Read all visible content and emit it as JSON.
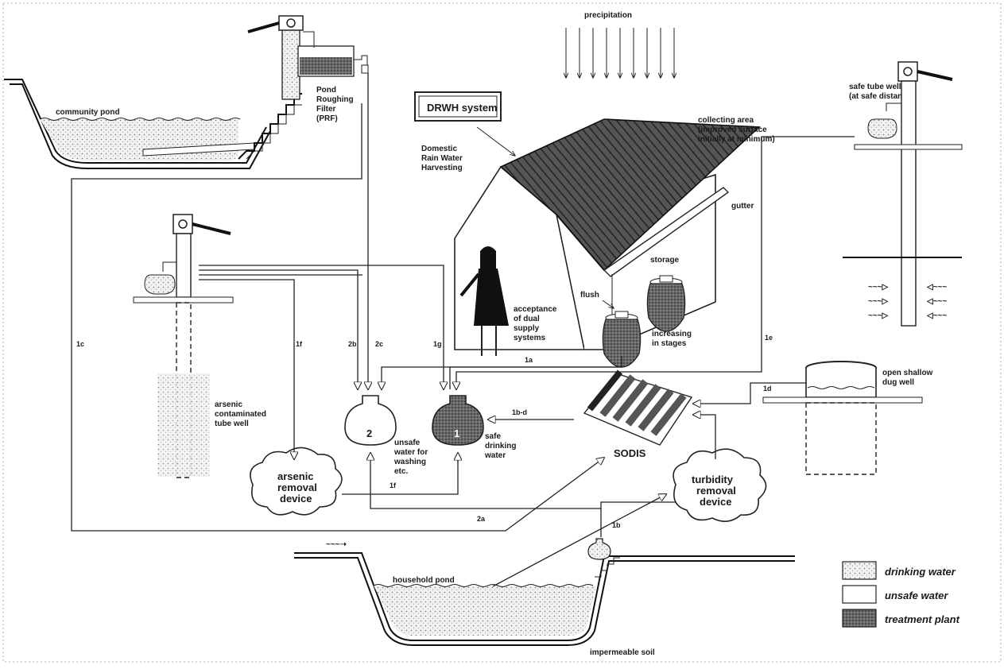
{
  "labels": {
    "precipitation": "precipitation",
    "drwh_system": "DRWH system",
    "drwh_desc_1": "Domestic",
    "drwh_desc_2": "Rain Water",
    "drwh_desc_3": "Harvesting",
    "collecting_1": "collecting area",
    "collecting_2": "(improved surface",
    "collecting_3": "initially at minimum)",
    "gutter": "gutter",
    "storage": "storage",
    "flush": "flush",
    "acceptance_1": "acceptance",
    "acceptance_2": "of dual",
    "acceptance_3": "supply",
    "acceptance_4": "systems",
    "increasing_1": "increasing",
    "increasing_2": "in stages",
    "community_pond": "community pond",
    "prf_1": "Pond",
    "prf_2": "Roughing",
    "prf_3": "Filter",
    "prf_4": "(PRF)",
    "safe_tube_well_1": "safe tube well",
    "safe_tube_well_2": "(at safe distance)",
    "arsenic_well_1": "arsenic",
    "arsenic_well_2": "contaminated",
    "arsenic_well_3": "tube well",
    "arsenic_device_1": "arsenic",
    "arsenic_device_2": "removal",
    "arsenic_device_3": "device",
    "unsafe_1": "unsafe",
    "unsafe_2": "water for",
    "unsafe_3": "washing",
    "unsafe_4": "etc.",
    "safe_1": "safe",
    "safe_2": "drinking",
    "safe_3": "water",
    "jar2": "2",
    "jar1": "1",
    "sodis": "SODIS",
    "turbidity_1": "turbidity",
    "turbidity_2": "removal",
    "turbidity_3": "device",
    "dug_well_1": "open shallow",
    "dug_well_2": "dug well",
    "household_pond": "household pond",
    "impermeable_soil": "impermeable soil"
  },
  "codes": {
    "c1c": "1c",
    "c1f_top": "1f",
    "c2b": "2b",
    "c2c": "2c",
    "c1g": "1g",
    "c1a": "1a",
    "c1e": "1e",
    "c1d": "1d",
    "c1bd": "1b-d",
    "c1f_bottom": "1f",
    "c2a": "2a",
    "c1b": "1b"
  },
  "legend": {
    "drinking": "drinking water",
    "unsafe": "unsafe water",
    "treatment": "treatment plant"
  }
}
